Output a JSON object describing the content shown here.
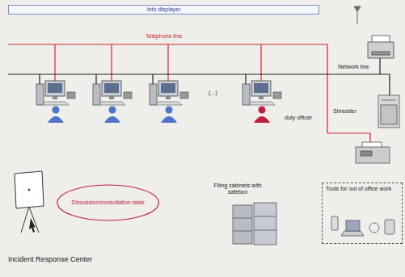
{
  "diagram": {
    "caption": "Incident Response Center",
    "nodes": [
      {
        "text": [
          "Info displayer"
        ]
      },
      {
        "text": [
          "Discussion/consultation table"
        ]
      },
      {
        "text": [
          "Tools for out of office work"
        ]
      }
    ],
    "labels": [
      "Telephone line",
      "Network line",
      "(...)",
      "duty officer",
      "Shredder",
      "Filing cabinets with safebox"
    ]
  }
}
